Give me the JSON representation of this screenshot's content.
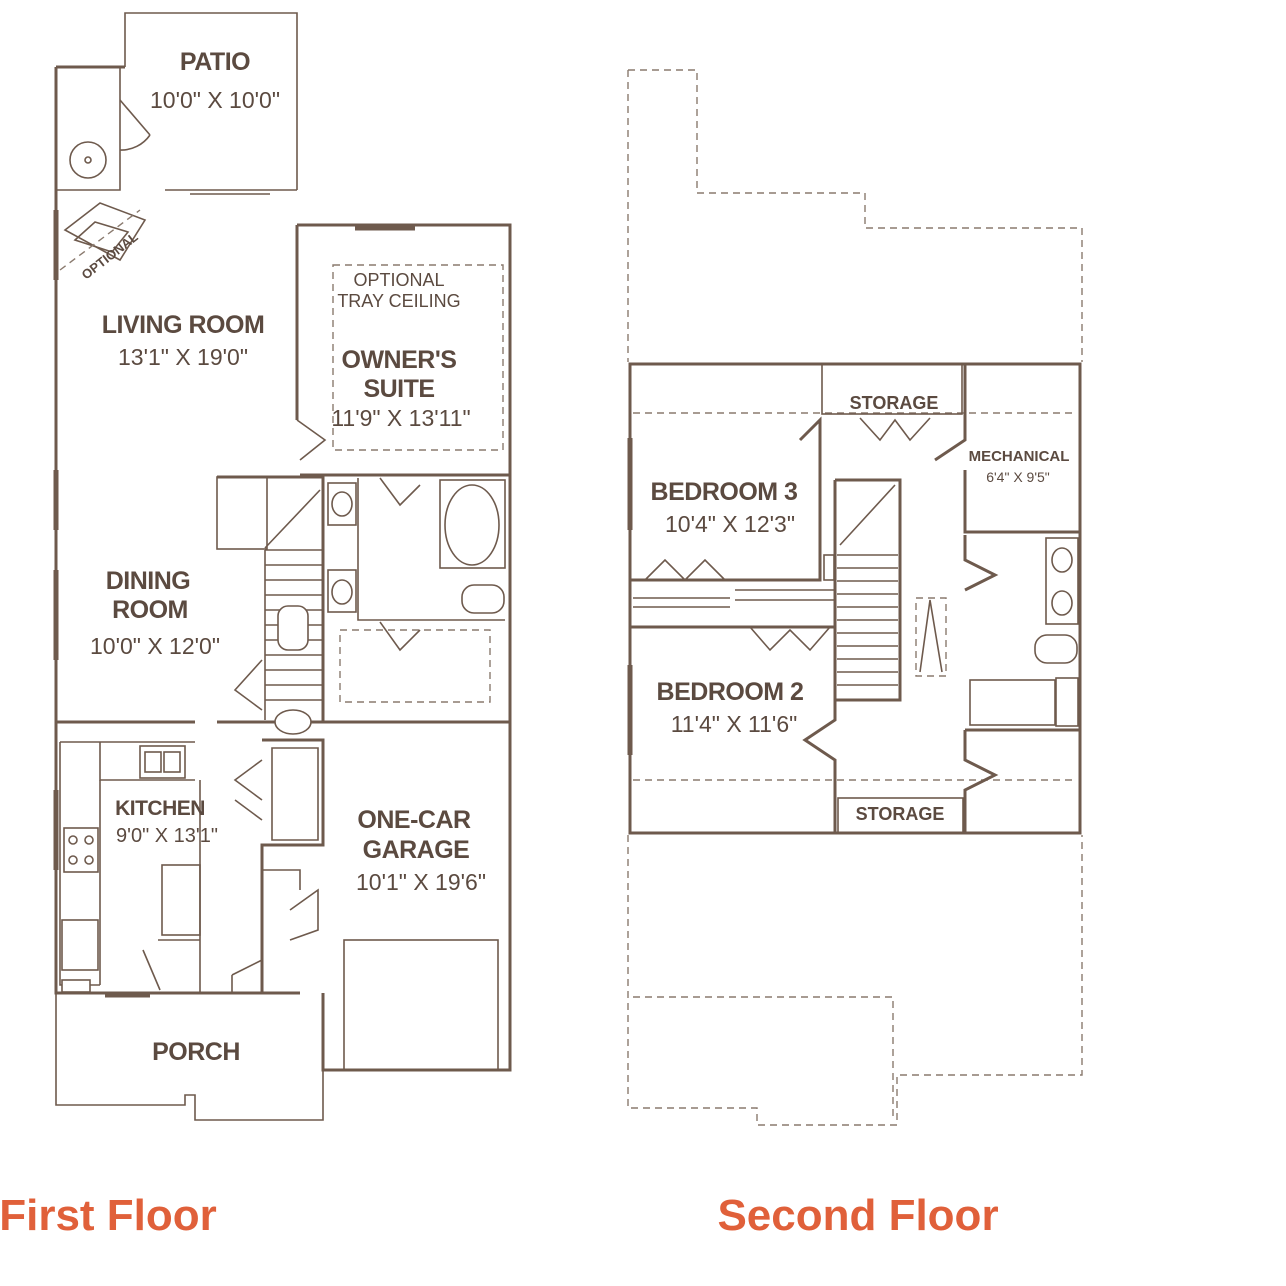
{
  "first_floor": {
    "label": "First Floor",
    "rooms": {
      "patio": {
        "name": "PATIO",
        "dim": "10'0\" X 10'0\""
      },
      "living": {
        "name": "LIVING ROOM",
        "dim": "13'1\" X 19'0\""
      },
      "optional_fireplace": {
        "name": "OPTIONAL"
      },
      "tray": {
        "line1": "OPTIONAL",
        "line2": "TRAY CEILING"
      },
      "owners": {
        "line1": "OWNER'S",
        "line2": "SUITE",
        "dim": "11'9\" X 13'11\""
      },
      "dining": {
        "line1": "DINING",
        "line2": "ROOM",
        "dim": "10'0\" X 12'0\""
      },
      "kitchen": {
        "name": "KITCHEN",
        "dim": "9'0\" X 13'1\""
      },
      "garage": {
        "line1": "ONE-CAR",
        "line2": "GARAGE",
        "dim": "10'1\" X 19'6\""
      },
      "porch": {
        "name": "PORCH"
      }
    }
  },
  "second_floor": {
    "label": "Second Floor",
    "rooms": {
      "storage_top": {
        "name": "STORAGE"
      },
      "mechanical": {
        "name": "MECHANICAL",
        "dim": "6'4\" X 9'5\""
      },
      "bedroom3": {
        "name": "BEDROOM 3",
        "dim": "10'4\" X 12'3\""
      },
      "bedroom2": {
        "name": "BEDROOM 2",
        "dim": "11'4\" X 11'6\""
      },
      "storage_bottom": {
        "name": "STORAGE"
      }
    }
  },
  "colors": {
    "walls": "#6e5a4d",
    "text": "#5b4a40",
    "floor_label": "#e0603a"
  }
}
